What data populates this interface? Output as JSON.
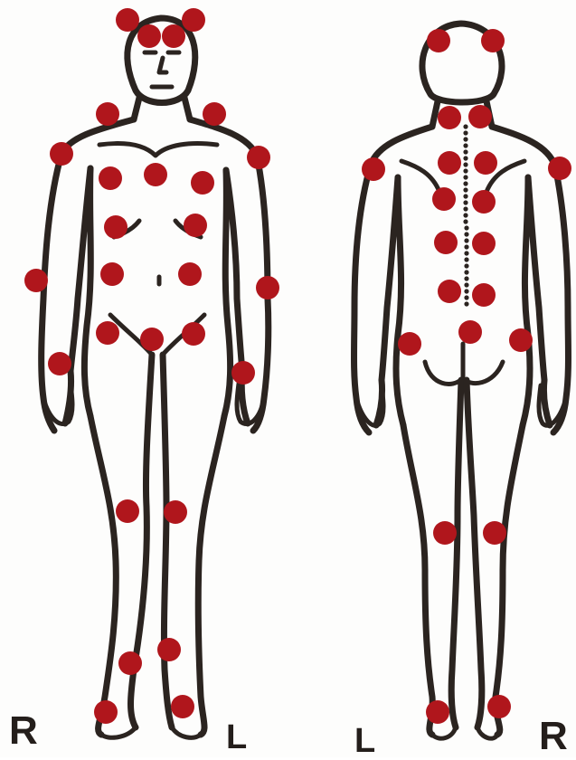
{
  "colors": {
    "marker": "#b0161c",
    "ink": "#2b2420"
  },
  "labels": {
    "front_right": "R",
    "front_left": "L",
    "back_left": "L",
    "back_right": "R"
  }
}
